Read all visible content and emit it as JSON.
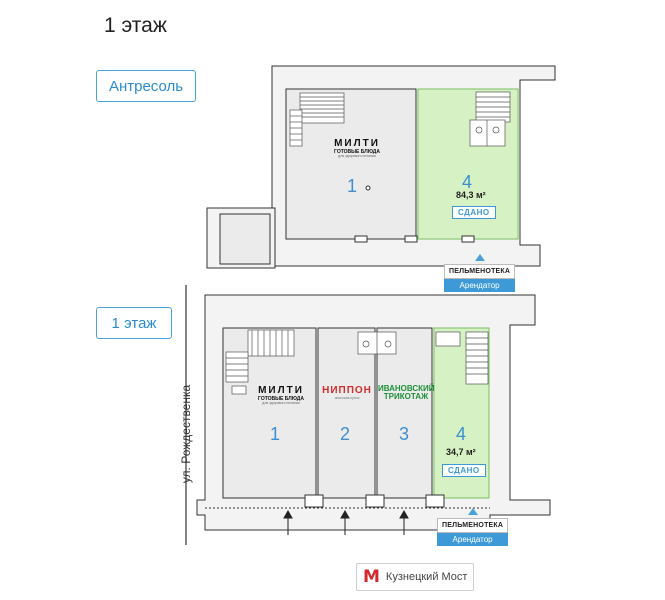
{
  "page": {
    "title": "1 этаж"
  },
  "buttons": {
    "antresol": "Антресоль",
    "floor1": "1 этаж"
  },
  "street": "ул. Рождественка",
  "metro": {
    "icon": "metro-m-icon",
    "name": "Кузнецкий Мост",
    "color": "#d4272e"
  },
  "colors": {
    "accent": "#3d9ad6",
    "rented_fill": "#d6f1c4",
    "room_fill": "#ebebeb"
  },
  "antresol": {
    "brand": {
      "name": "МИЛТИ",
      "line2": "ГОТОВЫЕ БЛЮДА",
      "line3": "для здорового питания"
    },
    "rooms": [
      {
        "number": "1"
      },
      {
        "number": "4",
        "area": "84,3 м²",
        "status": "СДАНО"
      }
    ],
    "tenant": {
      "name": "ПЕЛЬМЕНОТЕКА",
      "role": "Арендатор"
    }
  },
  "floor1": {
    "brands": {
      "milti": {
        "name": "МИЛТИ",
        "line2": "ГОТОВЫЕ БЛЮДА",
        "line3": "для здорового питания"
      },
      "nippon": {
        "name": "НИППОН",
        "line2": "японская кухня"
      },
      "trikotazh": {
        "line1": "ИВАНОВСКИЙ",
        "line2": "ТРИКОТАЖ"
      }
    },
    "rooms": [
      {
        "number": "1"
      },
      {
        "number": "2"
      },
      {
        "number": "3"
      },
      {
        "number": "4",
        "area": "34,7 м²",
        "status": "СДАНО"
      }
    ],
    "tenant": {
      "name": "ПЕЛЬМЕНОТЕКА",
      "role": "Арендатор"
    }
  }
}
